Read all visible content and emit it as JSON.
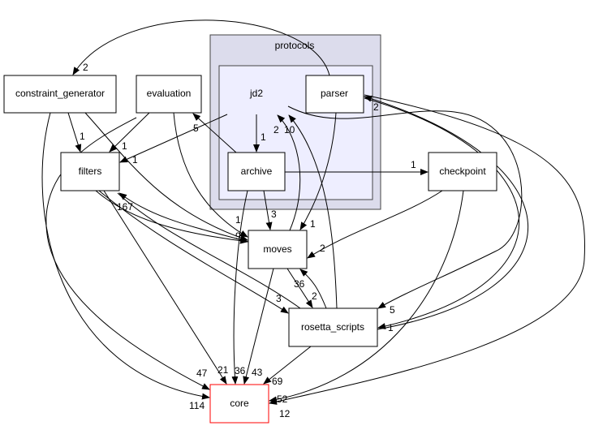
{
  "clusters": {
    "protocols": {
      "label": "protocols",
      "fill": "#dcdcec"
    },
    "jd2": {
      "label": "jd2",
      "fill": "#eeeeff"
    }
  },
  "nodes": {
    "parser": "parser",
    "archive": "archive",
    "constraint_generator": "constraint_generator",
    "evaluation": "evaluation",
    "filters": "filters",
    "checkpoint": "checkpoint",
    "moves": "moves",
    "rosetta_scripts": "rosetta_scripts",
    "core": "core"
  },
  "highlight_color": "#ff0000",
  "edges": [
    {
      "from": "parser",
      "to": "constraint_generator",
      "label": "2"
    },
    {
      "from": "constraint_generator",
      "to": "filters",
      "label": "1"
    },
    {
      "from": "constraint_generator",
      "to": "moves",
      "label": "1"
    },
    {
      "from": "constraint_generator",
      "to": "core",
      "label": "114"
    },
    {
      "from": "evaluation",
      "to": "filters",
      "label": "1"
    },
    {
      "from": "evaluation",
      "to": "core",
      "label": "47"
    },
    {
      "from": "evaluation",
      "to": "moves",
      "label": "9"
    },
    {
      "from": "jd2",
      "to": "filters",
      "label": "1"
    },
    {
      "from": "jd2",
      "to": "archive",
      "label": "1"
    },
    {
      "from": "archive",
      "to": "evaluation",
      "label": "5"
    },
    {
      "from": "archive",
      "to": "checkpoint",
      "label": "1"
    },
    {
      "from": "archive",
      "to": "moves",
      "label": "3"
    },
    {
      "from": "archive",
      "to": "core",
      "label": "36"
    },
    {
      "from": "parser",
      "to": "moves",
      "label": "1"
    },
    {
      "from": "moves",
      "to": "jd2",
      "label": "2"
    },
    {
      "from": "rosetta_scripts",
      "to": "jd2",
      "label": "10"
    },
    {
      "from": "jd2",
      "to": "rosetta_scripts",
      "label": "5"
    },
    {
      "from": "moves",
      "to": "filters",
      "label": "167"
    },
    {
      "from": "filters",
      "to": "rosetta_scripts",
      "label": "3"
    },
    {
      "from": "rosetta_scripts",
      "to": "filters",
      "label": ""
    },
    {
      "from": "filters",
      "to": "core",
      "label": "21"
    },
    {
      "from": "moves",
      "to": "core",
      "label": "43"
    },
    {
      "from": "moves",
      "to": "rosetta_scripts",
      "label": "2"
    },
    {
      "from": "rosetta_scripts",
      "to": "moves",
      "label": "36"
    },
    {
      "from": "rosetta_scripts",
      "to": "core",
      "label": "69"
    },
    {
      "from": "checkpoint",
      "to": "moves",
      "label": "2"
    },
    {
      "from": "checkpoint",
      "to": "core",
      "label": "12"
    },
    {
      "from": "rosetta_scripts",
      "to": "parser",
      "label": "2"
    },
    {
      "from": "parser",
      "to": "rosetta_scripts",
      "label": "1"
    },
    {
      "from": "parser",
      "to": "core",
      "label": "52"
    }
  ]
}
